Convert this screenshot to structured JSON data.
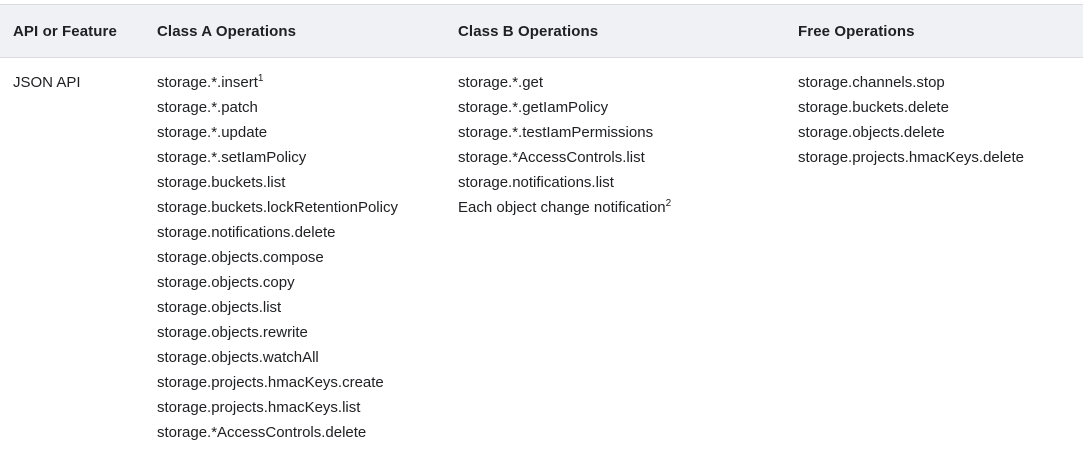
{
  "table": {
    "columns": [
      {
        "label": "API or Feature"
      },
      {
        "label": "Class A Operations"
      },
      {
        "label": "Class B Operations"
      },
      {
        "label": "Free Operations"
      }
    ],
    "row": {
      "api_or_feature": "JSON API",
      "class_a_operations": [
        {
          "text": "storage.*.insert",
          "sup": "1"
        },
        {
          "text": "storage.*.patch"
        },
        {
          "text": "storage.*.update"
        },
        {
          "text": "storage.*.setIamPolicy"
        },
        {
          "text": "storage.buckets.list"
        },
        {
          "text": "storage.buckets.lockRetentionPolicy"
        },
        {
          "text": "storage.notifications.delete"
        },
        {
          "text": "storage.objects.compose"
        },
        {
          "text": "storage.objects.copy"
        },
        {
          "text": "storage.objects.list"
        },
        {
          "text": "storage.objects.rewrite"
        },
        {
          "text": "storage.objects.watchAll"
        },
        {
          "text": "storage.projects.hmacKeys.create"
        },
        {
          "text": "storage.projects.hmacKeys.list"
        },
        {
          "text": "storage.*AccessControls.delete"
        }
      ],
      "class_b_operations": [
        {
          "text": "storage.*.get"
        },
        {
          "text": "storage.*.getIamPolicy"
        },
        {
          "text": "storage.*.testIamPermissions"
        },
        {
          "text": "storage.*AccessControls.list"
        },
        {
          "text": "storage.notifications.list"
        },
        {
          "text": "Each object change notification",
          "sup": "2"
        }
      ],
      "free_operations": [
        {
          "text": "storage.channels.stop"
        },
        {
          "text": "storage.buckets.delete"
        },
        {
          "text": "storage.objects.delete"
        },
        {
          "text": "storage.projects.hmacKeys.delete"
        }
      ]
    },
    "colors": {
      "header_background": "#f0f1f4",
      "border": "#dadce0",
      "text": "#202124"
    }
  }
}
